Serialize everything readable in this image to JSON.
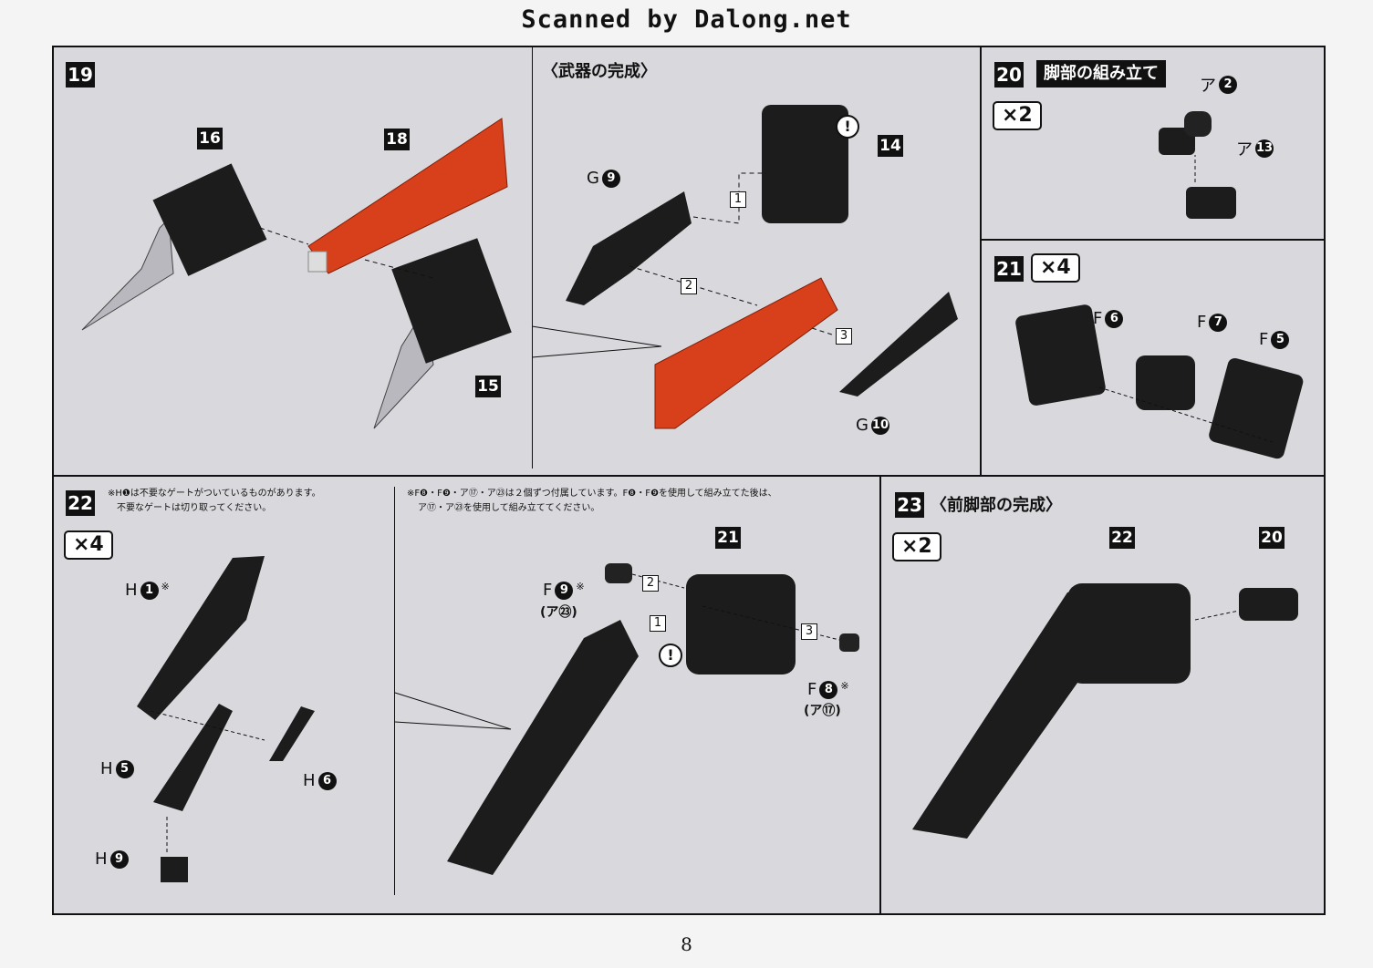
{
  "header": {
    "text": "Scanned by Dalong.net"
  },
  "page_number": "8",
  "step19": {
    "num": "19",
    "parts": [
      "16",
      "18",
      "15"
    ],
    "weapon_title": "〈武器の完成〉",
    "weapon_parts": {
      "g9_letter": "G",
      "g9_num": "9",
      "p14": "14",
      "g10_letter": "G",
      "g10_num": "10"
    },
    "order": [
      "1",
      "2",
      "3"
    ],
    "warn": "!"
  },
  "step20": {
    "num": "20",
    "title": "脚部の組み立て",
    "qty": "×2",
    "parts": [
      {
        "letter": "ア",
        "num": "2"
      },
      {
        "letter": "ア",
        "num": "13"
      }
    ]
  },
  "step21": {
    "num": "21",
    "qty": "×4",
    "parts": [
      {
        "letter": "F",
        "num": "6"
      },
      {
        "letter": "F",
        "num": "7"
      },
      {
        "letter": "F",
        "num": "5"
      }
    ]
  },
  "step22": {
    "num": "22",
    "qty": "×4",
    "note1": "※H❶は不要なゲートがついているものがあります。",
    "note2": "不要なゲートは切り取ってください。",
    "note3": "※F❽・F❾・ア⑰・ア㉓は２個ずつ付属しています。F❽・F❾を使用して組み立てた後は、",
    "note4": "ア⑰・ア㉓を使用して組み立ててください。",
    "parts": [
      {
        "letter": "H",
        "num": "1",
        "mark": "※"
      },
      {
        "letter": "H",
        "num": "5"
      },
      {
        "letter": "H",
        "num": "6"
      },
      {
        "letter": "H",
        "num": "9"
      }
    ],
    "sub_parts": {
      "p21": "21",
      "f9_letter": "F",
      "f9_num": "9",
      "f9_mark": "※",
      "f9_alt": "(ア㉓)",
      "f8_letter": "F",
      "f8_num": "8",
      "f8_mark": "※",
      "f8_alt": "(ア⑰)"
    },
    "order": [
      "1",
      "2",
      "3"
    ],
    "warn": "!"
  },
  "step23": {
    "num": "23",
    "title": "〈前脚部の完成〉",
    "qty": "×2",
    "parts": [
      "22",
      "20"
    ]
  },
  "colors": {
    "panel_bg": "#d9d9dd",
    "accent_red": "#d8401c",
    "part_black": "#1a1a1a"
  }
}
